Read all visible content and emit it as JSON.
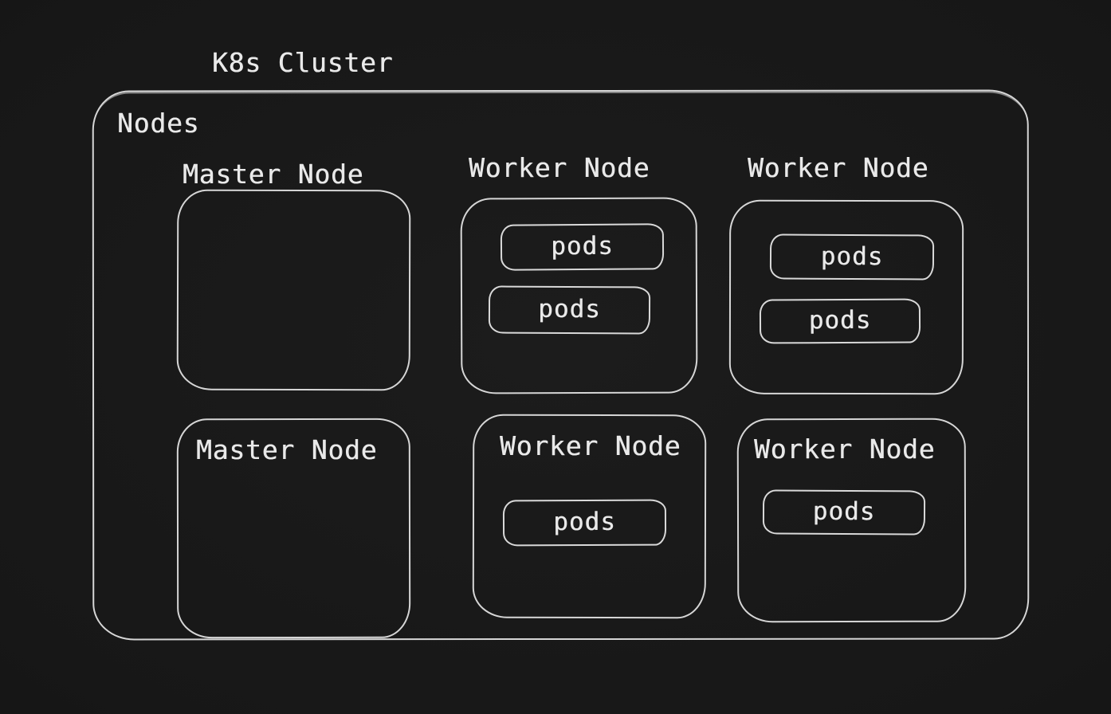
{
  "theme": {
    "background": "#171717",
    "stroke_color": "#d6d6d6",
    "text_color": "#e9e9e9"
  },
  "diagram": {
    "title": "K8s Cluster",
    "container_label": "Nodes",
    "nodes": [
      {
        "label": "Master Node",
        "type": "master",
        "label_position": "above",
        "pods": []
      },
      {
        "label": "Worker Node",
        "type": "worker",
        "label_position": "above",
        "pods": [
          "pods",
          "pods"
        ]
      },
      {
        "label": "Worker Node",
        "type": "worker",
        "label_position": "above",
        "pods": [
          "pods",
          "pods"
        ]
      },
      {
        "label": "Master Node",
        "type": "master",
        "label_position": "inside",
        "pods": []
      },
      {
        "label": "Worker Node",
        "type": "worker",
        "label_position": "inside",
        "pods": [
          "pods"
        ]
      },
      {
        "label": "Worker Node",
        "type": "worker",
        "label_position": "inside",
        "pods": [
          "pods"
        ]
      }
    ]
  }
}
